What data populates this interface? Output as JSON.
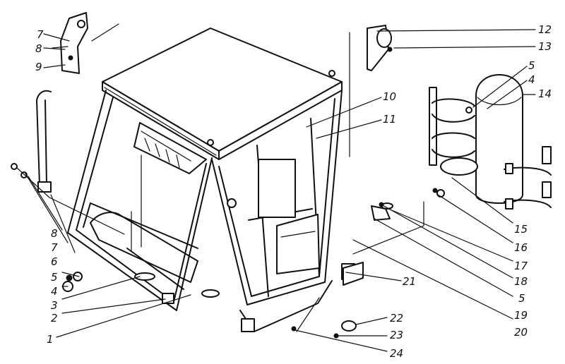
{
  "figure": {
    "parts": [
      {
        "id": "p1",
        "number": "1"
      },
      {
        "id": "p2",
        "number": "2"
      },
      {
        "id": "p3",
        "number": "3"
      },
      {
        "id": "p4a",
        "number": "4"
      },
      {
        "id": "p4b",
        "number": "4"
      },
      {
        "id": "p5a",
        "number": "5"
      },
      {
        "id": "p5b",
        "number": "5"
      },
      {
        "id": "p5c",
        "number": "5"
      },
      {
        "id": "p6",
        "number": "6"
      },
      {
        "id": "p7a",
        "number": "7"
      },
      {
        "id": "p7b",
        "number": "7"
      },
      {
        "id": "p8a",
        "number": "8"
      },
      {
        "id": "p8b",
        "number": "8"
      },
      {
        "id": "p9",
        "number": "9"
      },
      {
        "id": "p10",
        "number": "10"
      },
      {
        "id": "p11",
        "number": "11"
      },
      {
        "id": "p12",
        "number": "12"
      },
      {
        "id": "p13",
        "number": "13"
      },
      {
        "id": "p14",
        "number": "14"
      },
      {
        "id": "p15",
        "number": "15"
      },
      {
        "id": "p16",
        "number": "16"
      },
      {
        "id": "p17",
        "number": "17"
      },
      {
        "id": "p18",
        "number": "18"
      },
      {
        "id": "p19",
        "number": "19"
      },
      {
        "id": "p20",
        "number": "20"
      },
      {
        "id": "p21",
        "number": "21"
      },
      {
        "id": "p22",
        "number": "22"
      },
      {
        "id": "p23",
        "number": "23"
      },
      {
        "id": "p24",
        "number": "24"
      }
    ]
  }
}
